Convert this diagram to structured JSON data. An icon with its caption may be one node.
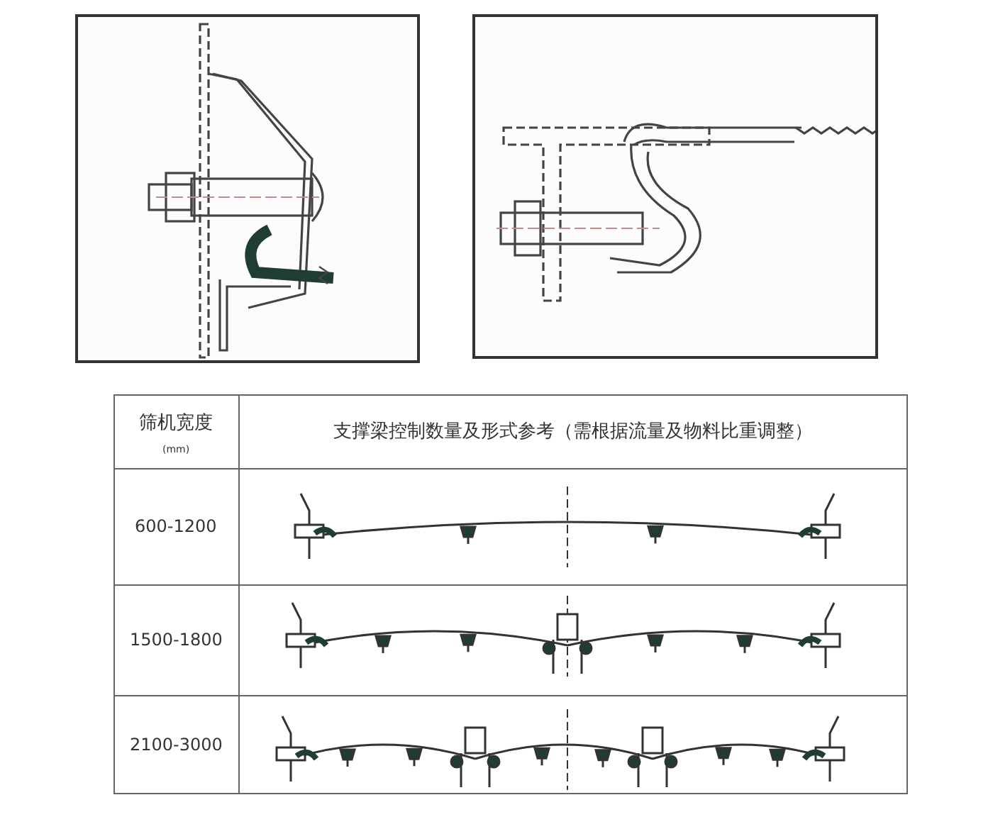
{
  "diagram": {
    "labels": [
      "筛机宽度",
      "(mm)",
      "支撑梁控制数量及形式参考（需根据流量及物料比重调整）",
      "600-1200",
      "1500-1800",
      "2100-3000"
    ]
  }
}
